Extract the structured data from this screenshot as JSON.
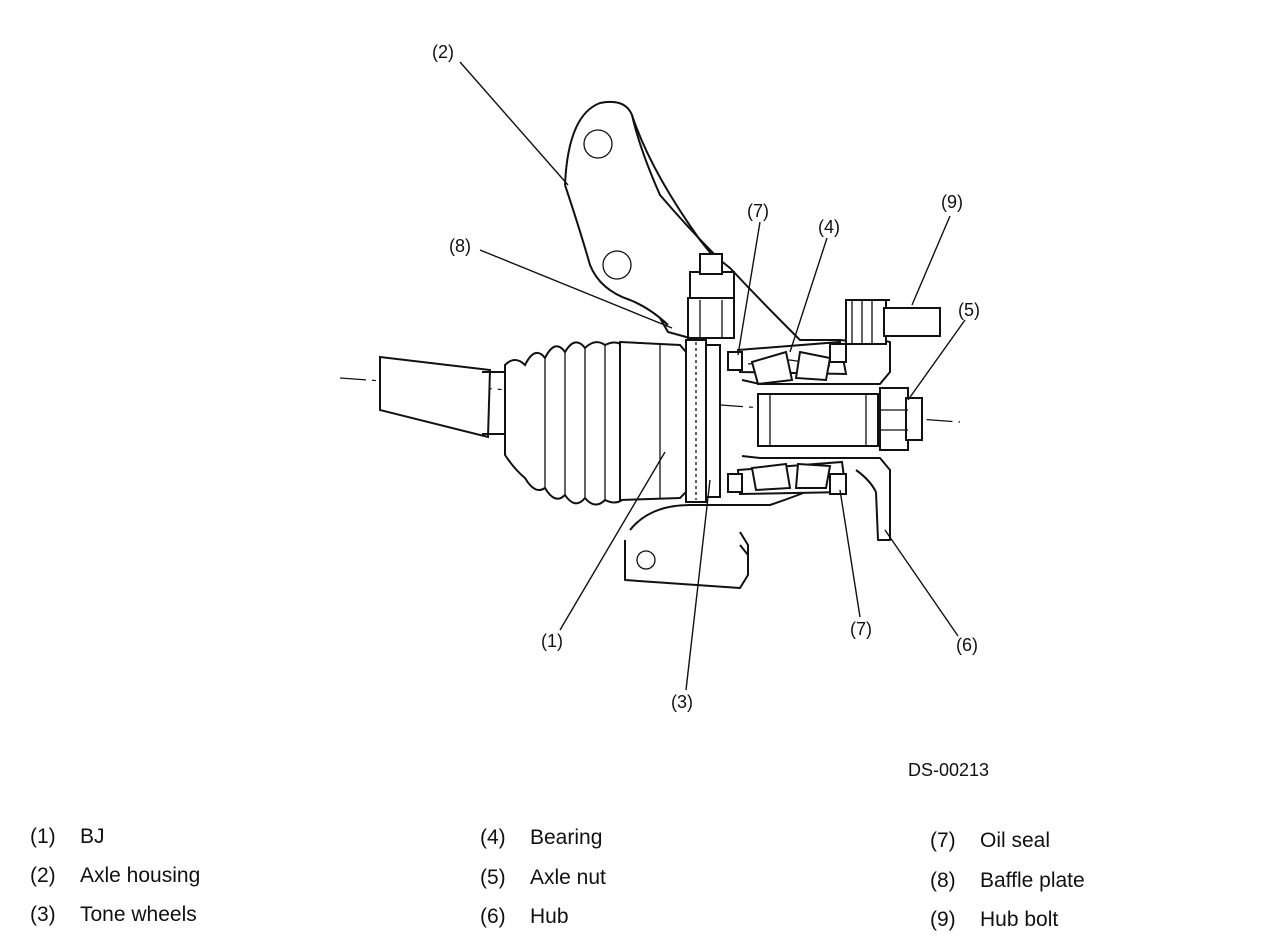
{
  "callouts": {
    "c1": "(1)",
    "c2": "(2)",
    "c3": "(3)",
    "c4": "(4)",
    "c5": "(5)",
    "c6": "(6)",
    "c7a": "(7)",
    "c7b": "(7)",
    "c8": "(8)",
    "c9": "(9)"
  },
  "figure_id": "DS-00213",
  "legend": [
    {
      "num": "(1)",
      "label": "BJ"
    },
    {
      "num": "(2)",
      "label": "Axle housing"
    },
    {
      "num": "(3)",
      "label": "Tone wheels"
    },
    {
      "num": "(4)",
      "label": "Bearing"
    },
    {
      "num": "(5)",
      "label": "Axle nut"
    },
    {
      "num": "(6)",
      "label": "Hub"
    },
    {
      "num": "(7)",
      "label": "Oil seal"
    },
    {
      "num": "(8)",
      "label": "Baffle plate"
    },
    {
      "num": "(9)",
      "label": "Hub bolt"
    }
  ]
}
